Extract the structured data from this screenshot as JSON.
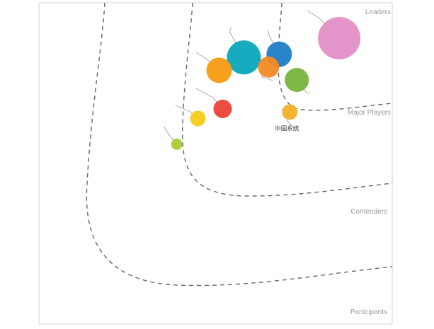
{
  "chart_data": {
    "type": "bubble",
    "title": "",
    "xlabel": "",
    "ylabel": "",
    "zones": [
      {
        "name": "Leaders"
      },
      {
        "name": "Major Players"
      },
      {
        "name": "Contenders"
      },
      {
        "name": "Participants"
      }
    ],
    "series": [
      {
        "label": "",
        "x": 0.85,
        "y": 0.89,
        "size": 30,
        "color": "#e18fc6"
      },
      {
        "label": "",
        "x": 0.58,
        "y": 0.83,
        "size": 24,
        "color": "#0ba7bd"
      },
      {
        "label": "",
        "x": 0.68,
        "y": 0.84,
        "size": 18,
        "color": "#1d7dc7"
      },
      {
        "label": "",
        "x": 0.65,
        "y": 0.8,
        "size": 15,
        "color": "#f28a24"
      },
      {
        "label": "",
        "x": 0.51,
        "y": 0.79,
        "size": 18,
        "color": "#f89a12"
      },
      {
        "label": "",
        "x": 0.73,
        "y": 0.76,
        "size": 17,
        "color": "#76b33a"
      },
      {
        "label": "",
        "x": 0.52,
        "y": 0.67,
        "size": 13,
        "color": "#ee4236"
      },
      {
        "label": "中国系统",
        "x": 0.71,
        "y": 0.66,
        "size": 11,
        "color": "#f0b02a"
      },
      {
        "label": "",
        "x": 0.45,
        "y": 0.64,
        "size": 11,
        "color": "#f4cc1a"
      },
      {
        "label": "",
        "x": 0.39,
        "y": 0.56,
        "size": 8,
        "color": "#a9cc35"
      }
    ]
  }
}
